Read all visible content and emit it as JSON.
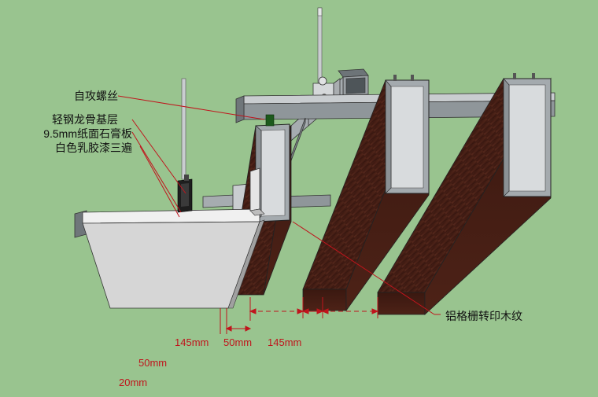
{
  "callouts": {
    "screw": "自攻螺丝",
    "keel": "轻钢龙骨基层",
    "gypsum": "9.5mm纸面石膏板",
    "paint": "白色乳胶漆三遍",
    "grille": "铝格栅转印木纹"
  },
  "dimensions": {
    "d1": "145mm",
    "d2": "50mm",
    "d3": "145mm",
    "d4": "50mm",
    "d5": "20mm"
  },
  "colors": {
    "background": "#99c48f",
    "wood": "#4a2018",
    "metal": "#8a8f94",
    "board": "#d8d8d8",
    "leader": "#c0141c"
  }
}
